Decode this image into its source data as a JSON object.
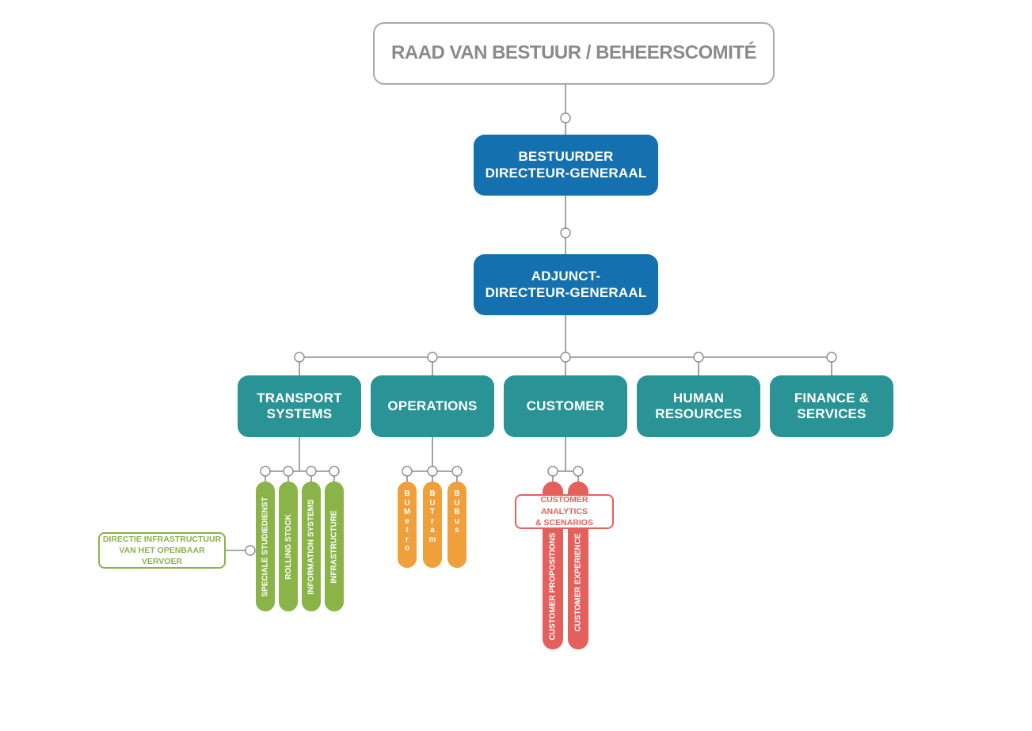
{
  "board": {
    "label": "RAAD VAN BESTUUR / BEHEERSCOMITÉ"
  },
  "director_general": {
    "label": "BESTUURDER\nDIRECTEUR-GENERAAL"
  },
  "deputy_director_general": {
    "label": "ADJUNCT-\nDIRECTEUR-GENERAAL"
  },
  "departments": [
    {
      "label": "TRANSPORT\nSYSTEMS"
    },
    {
      "label": "OPERATIONS"
    },
    {
      "label": "CUSTOMER"
    },
    {
      "label": "HUMAN\nRESOURCES"
    },
    {
      "label": "FINANCE &\nSERVICES"
    }
  ],
  "transport_units": [
    {
      "label": "SPECIALE STUDIEDIENST"
    },
    {
      "label": "ROLLING STOCK"
    },
    {
      "label": "INFORMATION SYSTEMS"
    },
    {
      "label": "INFRASTRUCTURE"
    }
  ],
  "transport_side_box": {
    "label": "DIRECTIE INFRASTRUCTUUR\nVAN HET OPENBAAR VERVOER"
  },
  "operations_units": [
    {
      "label": "BUMetro"
    },
    {
      "label": "BUTram"
    },
    {
      "label": "BUBus"
    }
  ],
  "customer_units": [
    {
      "label": "CUSTOMER PROPOSITIONS"
    },
    {
      "label": "CUSTOMER EXPERIENCE"
    }
  ],
  "customer_analytics_box": {
    "label": "CUSTOMER ANALYTICS\n& SCENARIOS"
  },
  "colors": {
    "board_border": "#a9a9a9",
    "board_text": "#8a8a8a",
    "executive_blue": "#1470ae",
    "department_teal": "#2a9395",
    "transport_green": "#8ab447",
    "operations_orange": "#f0a03a",
    "customer_red": "#e4605c",
    "connector_gray": "#8c8c8c"
  }
}
